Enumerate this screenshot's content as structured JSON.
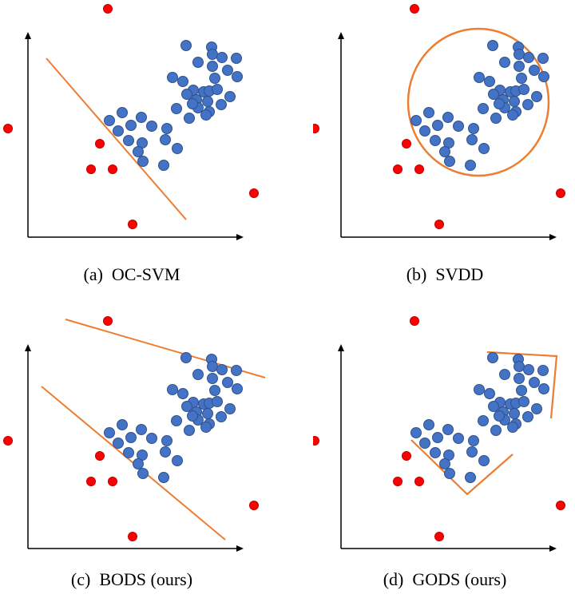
{
  "colors": {
    "inlier_fill": "#4472c4",
    "inlier_stroke": "#2f528f",
    "outlier_fill": "#ff0000",
    "outlier_stroke": "#c00000",
    "boundary": "#ed7d31",
    "axis": "#000000"
  },
  "panels": [
    {
      "id": "a",
      "caption": "(a)  OC-SVM",
      "boundary_type": "single hyperplane"
    },
    {
      "id": "b",
      "caption": "(b)  SVDD",
      "boundary_type": "hypersphere"
    },
    {
      "id": "c",
      "caption": "(c)  BODS (ours)",
      "boundary_type": "two parallel hyperplanes"
    },
    {
      "id": "d",
      "caption": "(d)  GODS (ours)",
      "boundary_type": "orthonormal frames"
    }
  ]
}
